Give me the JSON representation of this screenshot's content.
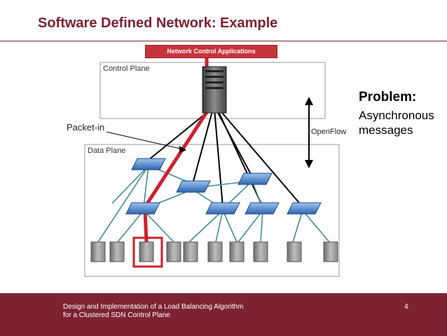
{
  "slide": {
    "title": "Software Defined Network: Example",
    "page_number": "4"
  },
  "diagram": {
    "apps_banner": "Network Control Applications",
    "control_plane_label": "Control Plane",
    "data_plane_label": "Data Plane",
    "packet_in_label": "Packet-in",
    "openflow_label": "OpenFlow"
  },
  "problem": {
    "heading": "Problem:",
    "text": "Asynchronous messages"
  },
  "footer": {
    "text": "Design and Implementation of a Load Balancing Algorithm for a Clustered SDN Control Plane"
  },
  "colors": {
    "accent": "#7d2231",
    "highlight": "#d11f2a",
    "switch": "#4a7fc1"
  }
}
